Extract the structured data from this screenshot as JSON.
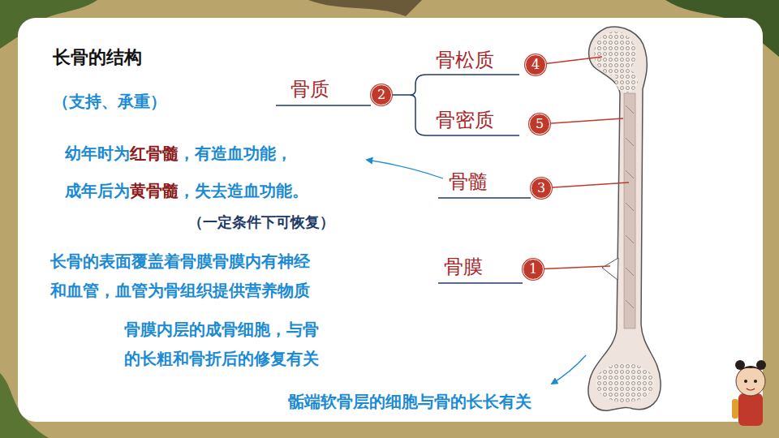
{
  "diagram": {
    "title": "长骨的结构",
    "nodes": [
      {
        "text": [
          "4"
        ]
      },
      {
        "text": [
          "2"
        ]
      },
      {
        "text": [
          "5"
        ]
      },
      {
        "text": [
          "3"
        ]
      },
      {
        "text": [
          "1"
        ]
      }
    ],
    "labels": [
      "（支持、承重）",
      "骨质",
      "骨松质",
      "骨密质",
      "幼年时为",
      "红骨髓",
      "，有造血功能，",
      "骨髓",
      "成年后为",
      "黄骨髓",
      "，失去造血功能。",
      "（一定条件下可恢复）",
      "长骨的表面覆盖着骨膜骨膜内有神经 和血管，血管为骨组织提供营养物质",
      "骨膜",
      "骨膜内层的成骨细胞，与骨 的长粗和骨折后的修复有关",
      "骺端软骨层的细胞与骨的长长有关"
    ]
  }
}
